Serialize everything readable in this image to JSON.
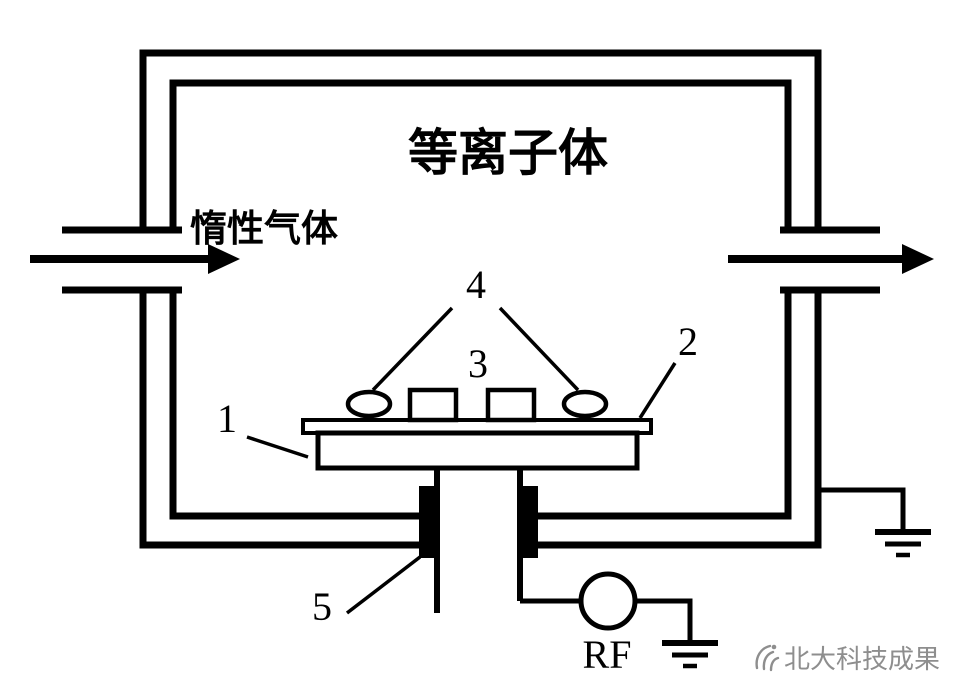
{
  "diagram": {
    "plasma_label": "等离子体",
    "inert_gas_label": "惰性气体",
    "rf_label": "RF",
    "callouts": {
      "c1": "1",
      "c2": "2",
      "c3": "3",
      "c4": "4",
      "c5": "5"
    },
    "watermark": {
      "text": "北大科技成果"
    },
    "colors": {
      "line": "#000000",
      "background": "#ffffff",
      "watermark": "#8e8e8e"
    }
  }
}
